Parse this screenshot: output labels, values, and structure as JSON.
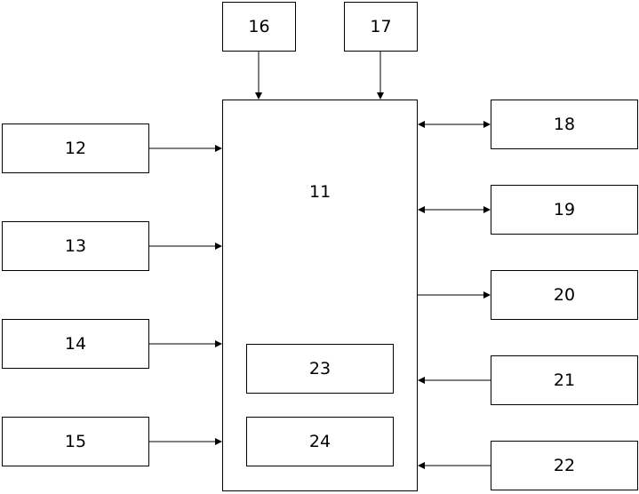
{
  "diagram": {
    "main": {
      "label": "11"
    },
    "top_blocks": {
      "b16": "16",
      "b17": "17"
    },
    "left_blocks": {
      "b12": "12",
      "b13": "13",
      "b14": "14",
      "b15": "15"
    },
    "right_blocks": {
      "b18": "18",
      "b19": "19",
      "b20": "20",
      "b21": "21",
      "b22": "22"
    },
    "inner_blocks": {
      "b23": "23",
      "b24": "24"
    }
  }
}
